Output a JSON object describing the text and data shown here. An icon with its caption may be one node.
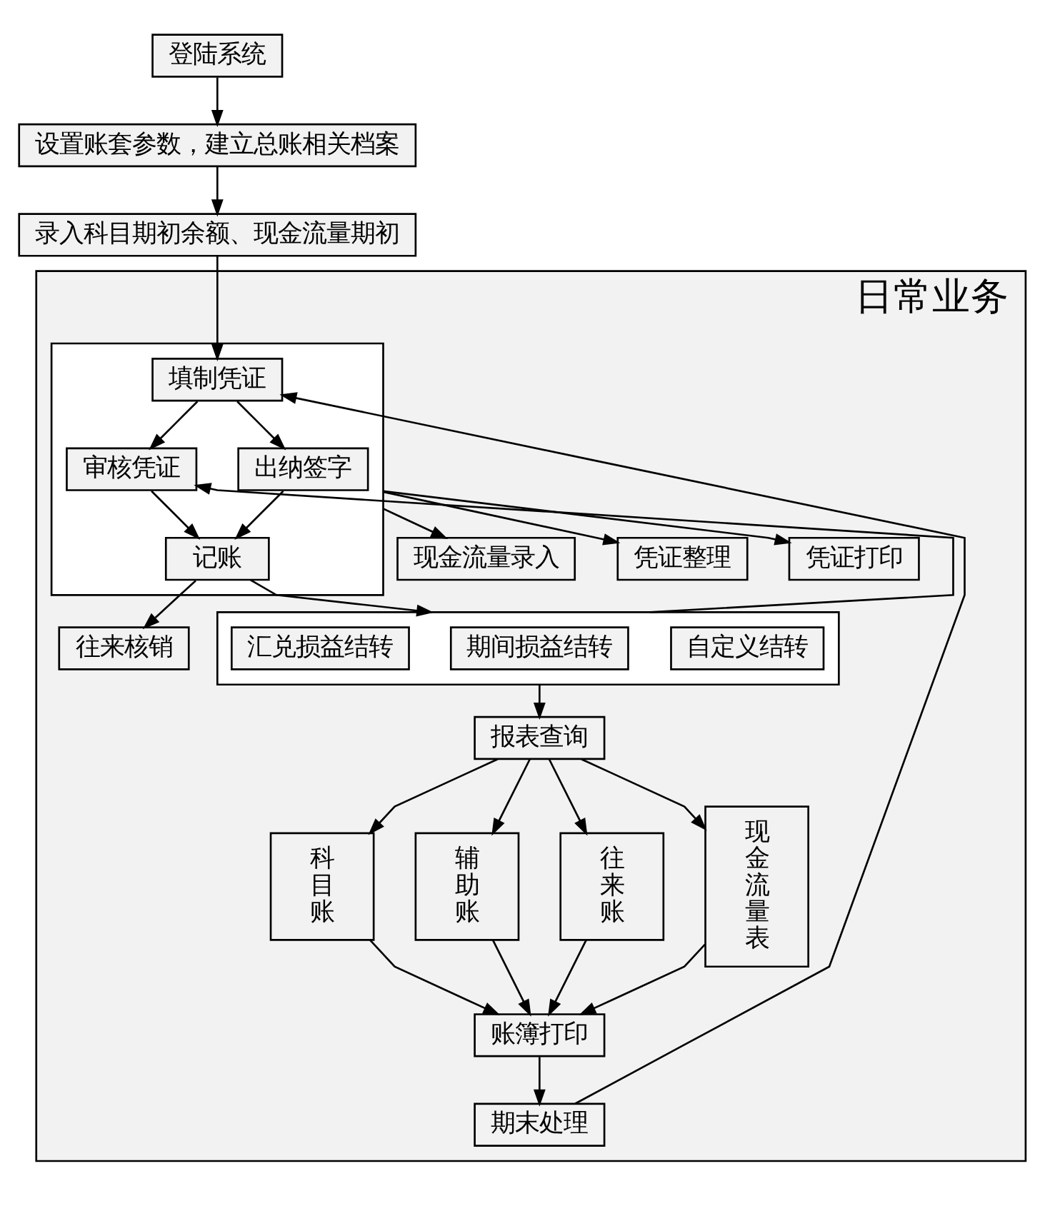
{
  "diagram": {
    "nodes": [
      {
        "text": [
          "登陆系统"
        ]
      },
      {
        "text": [
          "设置账套参数，建立总账相关档案"
        ]
      },
      {
        "text": [
          "录入科目期初余额、现金流量期初"
        ]
      },
      {
        "text": [
          "日常业务"
        ]
      },
      {
        "text": [],
        "shape": "box",
        "in": 3
      },
      {
        "text": [
          "填制凭证"
        ],
        "in": 4
      },
      {
        "text": [
          "审核凭证"
        ],
        "in": 4
      },
      {
        "text": [
          "出纳签字"
        ],
        "in": 4
      },
      {
        "text": [
          "记账"
        ],
        "in": 4
      },
      {
        "text": [
          "现金流量录入"
        ],
        "in": 3
      },
      {
        "text": [
          "凭证整理"
        ],
        "in": 3
      },
      {
        "text": [
          "凭证打印"
        ],
        "in": 3
      },
      {
        "text": [
          "往来核销"
        ],
        "in": 3
      },
      {
        "text": [],
        "shape": "box",
        "in": 3
      },
      {
        "text": [
          "自定义结转"
        ],
        "in": 13
      },
      {
        "text": [
          "期间损益结转"
        ],
        "in": 13
      },
      {
        "text": [
          "汇兑损益结转"
        ],
        "in": 13
      },
      {
        "text": [
          "报表查询"
        ],
        "in": 3
      },
      {
        "text": [
          "科目账"
        ],
        "in": 3
      },
      {
        "text": [
          "辅助账"
        ],
        "in": 3
      },
      {
        "text": [
          "往来账"
        ],
        "in": 3
      },
      {
        "text": [
          "现金流量表"
        ],
        "in": 3
      },
      {
        "text": [
          "账簿打印"
        ],
        "in": 3
      },
      {
        "text": [
          "期末处理"
        ],
        "in": 3
      }
    ],
    "edges": [
      {
        "from": 0,
        "to": 1,
        "arrow": "to"
      },
      {
        "from": 1,
        "to": 2,
        "arrow": "to"
      },
      {
        "from": 2,
        "to": 5,
        "arrow": "to"
      },
      {
        "from": 5,
        "to": 6,
        "arrow": "to"
      },
      {
        "from": 5,
        "to": 7,
        "arrow": "to"
      },
      {
        "from": 6,
        "to": 8,
        "arrow": "to"
      },
      {
        "from": 7,
        "to": 8,
        "arrow": "to"
      },
      {
        "from": 4,
        "to": 9,
        "arrow": "to"
      },
      {
        "from": 4,
        "to": 10,
        "arrow": "to"
      },
      {
        "from": 4,
        "to": 11,
        "arrow": "to"
      },
      {
        "from": 8,
        "to": 12,
        "arrow": "to"
      },
      {
        "from": 8,
        "to": 13,
        "arrow": "to"
      },
      {
        "from": 13,
        "to": 6,
        "arrow": "to"
      },
      {
        "from": 13,
        "to": 17,
        "arrow": "to"
      },
      {
        "from": 17,
        "to": 18,
        "arrow": "to"
      },
      {
        "from": 17,
        "to": 19,
        "arrow": "to"
      },
      {
        "from": 17,
        "to": 20,
        "arrow": "to"
      },
      {
        "from": 17,
        "to": 21,
        "arrow": "to"
      },
      {
        "from": 18,
        "to": 22,
        "arrow": "to"
      },
      {
        "from": 19,
        "to": 22,
        "arrow": "to"
      },
      {
        "from": 20,
        "to": 22,
        "arrow": "to"
      },
      {
        "from": 21,
        "to": 22,
        "arrow": "to"
      },
      {
        "from": 22,
        "to": 23,
        "arrow": "to"
      },
      {
        "from": 23,
        "to": 5,
        "arrow": "to"
      }
    ]
  }
}
